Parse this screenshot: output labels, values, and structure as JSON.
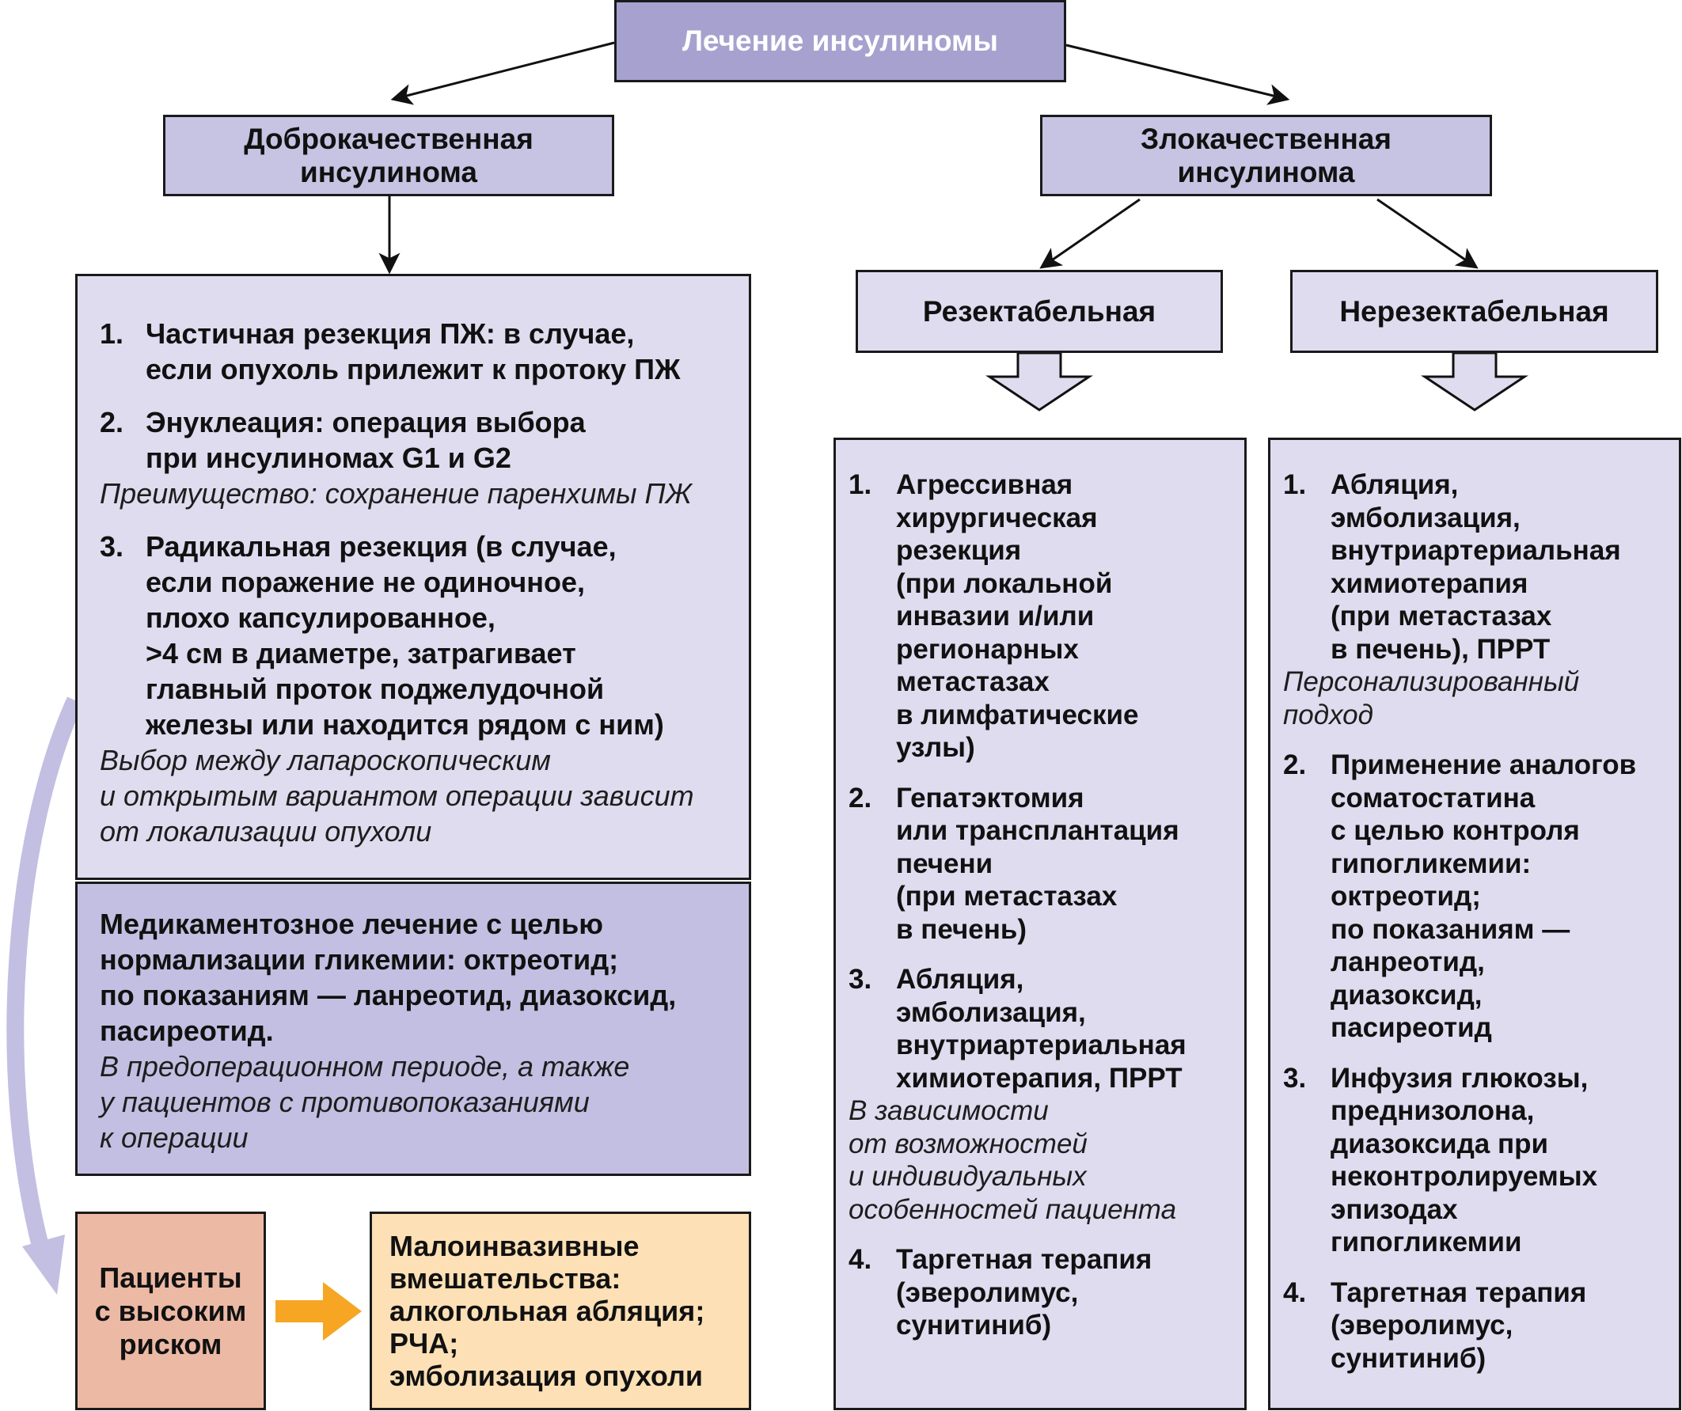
{
  "title": "Лечение инсулиномы",
  "benign": {
    "header": [
      "Доброкачественная",
      "инсулинома"
    ],
    "items": [
      {
        "num": "1.",
        "lines": [
          "Частичная резекция ПЖ: в случае,",
          "если опухоль прилежит к протоку ПЖ"
        ],
        "note": []
      },
      {
        "num": "2.",
        "lines": [
          "Энуклеация: операция выбора",
          "при инсулиномах G1 и G2"
        ],
        "note": [
          "Преимущество: сохранение паренхимы ПЖ"
        ]
      },
      {
        "num": "3.",
        "lines": [
          "Радикальная резекция (в случае,",
          "если поражение не одиночное,",
          "плохо капсулированное,",
          ">4 см в диаметре, затрагивает",
          "главный проток поджелудочной",
          "железы или находится рядом с ним)"
        ],
        "note": [
          "Выбор между лапароскопическим",
          "и открытым вариантом операции зависит",
          "от локализации опухоли"
        ]
      }
    ],
    "medication": {
      "lines": [
        "Медикаментозное лечение с целью",
        "нормализации гликемии: октреотид;",
        "по показаниям — ланреотид, диазоксид,",
        "пасиреотид."
      ],
      "note": [
        "В предоперационном периоде, а также",
        "у пациентов с противопоказаниями",
        "к операции"
      ]
    },
    "high_risk": [
      "Пациенты",
      "с высоким",
      "риском"
    ],
    "minimally_invasive": [
      "Малоинвазивные",
      "вмешательства:",
      "алкогольная абляция;",
      "РЧА;",
      "эмболизация опухоли"
    ]
  },
  "malignant": {
    "header": [
      "Злокачественная",
      "инсулинома"
    ],
    "resectable": {
      "header": "Резектабельная",
      "items": [
        {
          "num": "1.",
          "lines": [
            "Агрессивная",
            "хирургическая",
            "резекция",
            "(при локальной",
            "инвазии и/или",
            "регионарных",
            "метастазах",
            "в лимфатические",
            "узлы)"
          ],
          "note": []
        },
        {
          "num": "2.",
          "lines": [
            "Гепатэктомия",
            "или трансплантация",
            "печени",
            "(при метастазах",
            "в печень)"
          ],
          "note": []
        },
        {
          "num": "3.",
          "lines": [
            "Абляция,",
            "эмболизация,",
            "внутриартериальная",
            "химиотерапия, ПРРТ"
          ],
          "note": [
            "В зависимости",
            "от возможностей",
            "и индивидуальных",
            "особенностей пациента"
          ]
        },
        {
          "num": "4.",
          "lines": [
            "Таргетная терапия",
            "(эверолимус,",
            "сунитиниб)"
          ],
          "note": []
        }
      ]
    },
    "unresectable": {
      "header": "Нерезектабельная",
      "items": [
        {
          "num": "1.",
          "lines": [
            "Абляция,",
            "эмболизация,",
            "внутриартериальная",
            "химиотерапия",
            "(при метастазах",
            "в печень), ПРРТ"
          ],
          "note": [
            "Персонализированный",
            "подход"
          ]
        },
        {
          "num": "2.",
          "lines": [
            "Применение аналогов",
            "соматостатина",
            "с целью контроля",
            "гипогликемии:",
            "октреотид;",
            "по показаниям —",
            "ланреотид,",
            "диазоксид,",
            "пасиреотид"
          ],
          "note": []
        },
        {
          "num": "3.",
          "lines": [
            "Инфузия глюкозы,",
            "преднизолона,",
            "диазоксида при",
            "неконтролируемых",
            "эпизодах",
            "гипогликемии"
          ],
          "note": []
        },
        {
          "num": "4.",
          "lines": [
            "Таргетная терапия",
            "(эверолимус,",
            "сунитиниб)"
          ],
          "note": []
        }
      ]
    }
  },
  "colors": {
    "title_box": "#a7a1cf",
    "header_box": "#c6c3e3",
    "content_box": "#dfdcef",
    "medication_box": "#c3bfe2",
    "high_risk_box": "#ecb9a5",
    "minimally_invasive_box": "#fde0b5",
    "orange_arrow": "#f6a623",
    "curved_arrow": "#c3bfe2"
  }
}
